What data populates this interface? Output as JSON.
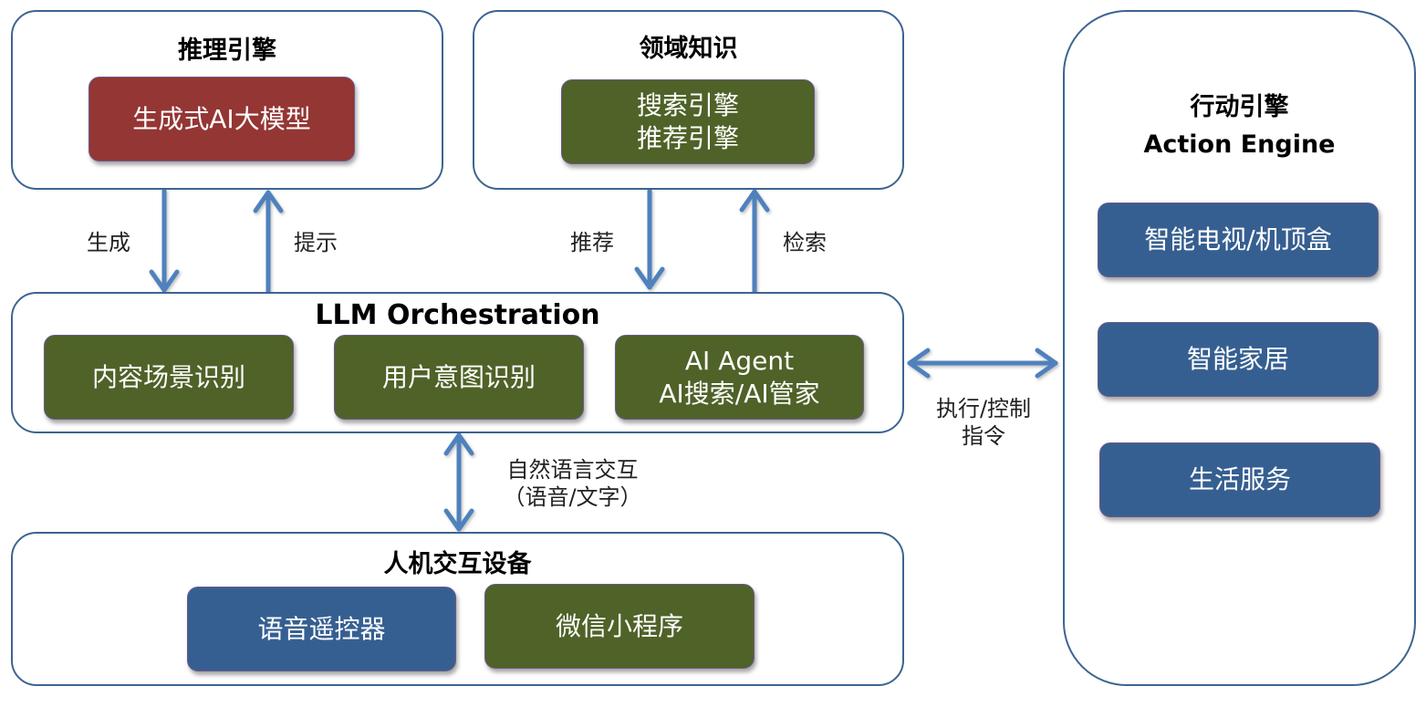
{
  "colors": {
    "panel_border": "#3d6490",
    "arrow": "#4f81bd",
    "model_box": "#943634",
    "module_box": "#4f6228",
    "device_box": "#365f91"
  },
  "reasoning_engine": {
    "title": "推理引擎",
    "model": "生成式AI大模型"
  },
  "domain_knowledge": {
    "title": "领域知识",
    "engine_line1": "搜索引擎",
    "engine_line2": "推荐引擎"
  },
  "action_engine": {
    "title_cn": "行动引擎",
    "title_en": "Action Engine",
    "items": [
      "智能电视/机顶盒",
      "智能家居",
      "生活服务"
    ]
  },
  "orchestration": {
    "title": "LLM Orchestration",
    "modules": {
      "content_scene": "内容场景识别",
      "user_intent": "用户意图识别",
      "agent_line1": "AI Agent",
      "agent_line2": "AI搜索/AI管家"
    }
  },
  "hci_devices": {
    "title": "人机交互设备",
    "items": [
      "语音遥控器",
      "微信小程序"
    ]
  },
  "connectors": {
    "generate": "生成",
    "prompt": "提示",
    "recommend": "推荐",
    "retrieve": "检索",
    "execute_line1": "执行/控制",
    "execute_line2": "指令",
    "natural_line1": "自然语言交互",
    "natural_line2": "（语音/文字）"
  }
}
